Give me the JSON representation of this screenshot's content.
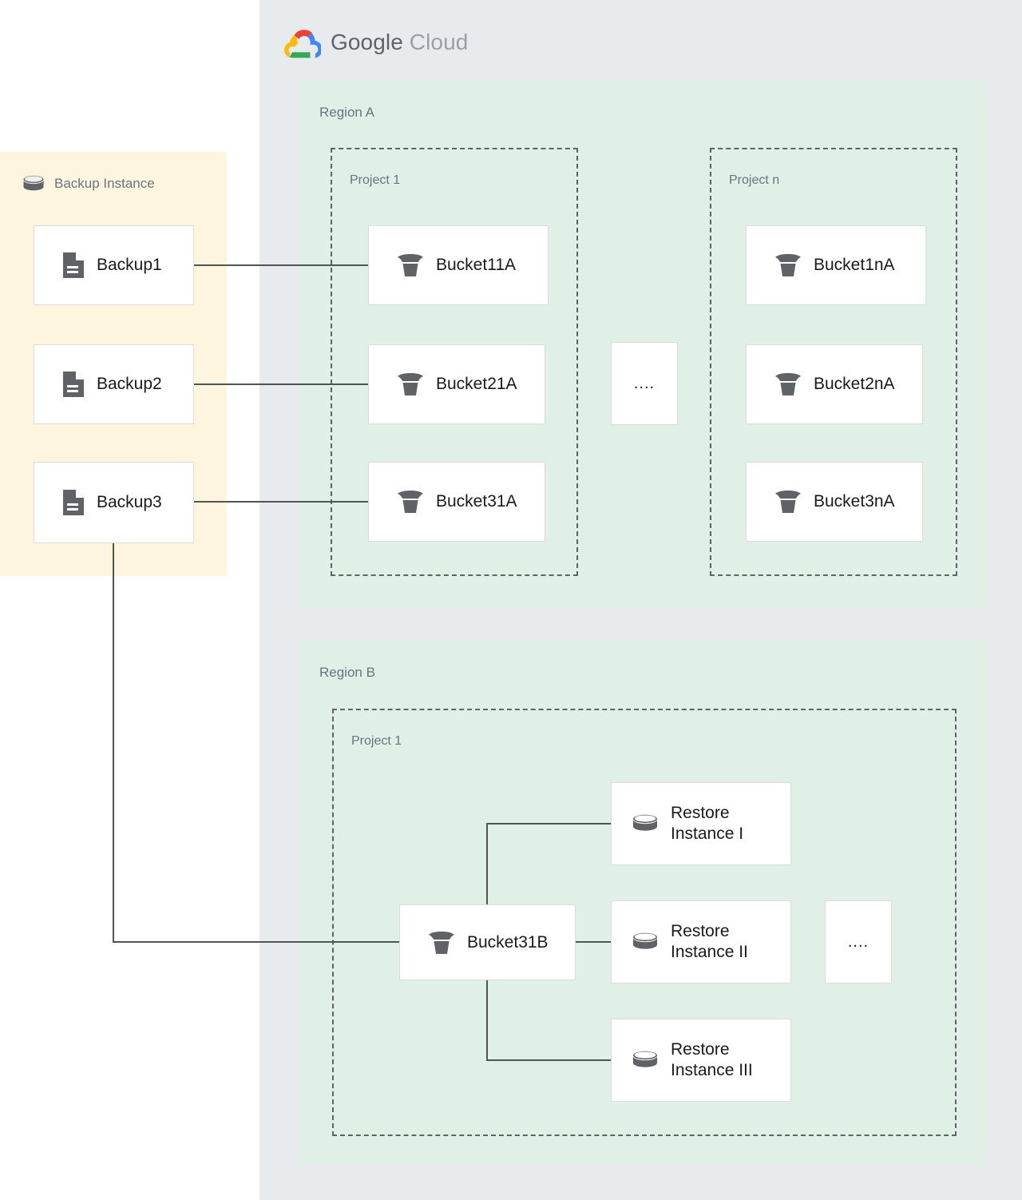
{
  "brand": {
    "name_bold": "Google",
    "name_light": "Cloud",
    "logo_icon": "google-cloud-logo-icon",
    "logo_colors": {
      "red": "#ea4335",
      "blue": "#4285f4",
      "yellow": "#fbbc05",
      "green": "#34a853"
    }
  },
  "palette": {
    "page_background": "#ffffff",
    "cloud_panel": "#e8ebed",
    "region_fill": "#e1f0e7",
    "backup_panel_fill": "#fdf5de",
    "node_fill": "#ffffff",
    "node_border": "#dcdcdc",
    "project_border": "#5f6368",
    "connector": "#4f5552",
    "icon_gray": "#5f6368",
    "label_gray": "#6b7280",
    "text_dark": "#1a1a1a"
  },
  "backup_panel": {
    "title": "Backup Instance",
    "icon": "database-cylinder-icon",
    "nodes": [
      {
        "label": "Backup1",
        "icon": "document-icon"
      },
      {
        "label": "Backup2",
        "icon": "document-icon"
      },
      {
        "label": "Backup3",
        "icon": "document-icon"
      }
    ]
  },
  "regions": [
    {
      "label": "Region A",
      "projects": [
        {
          "label": "Project 1",
          "nodes": [
            {
              "label": "Bucket11A",
              "icon": "bucket-icon"
            },
            {
              "label": "Bucket21A",
              "icon": "bucket-icon"
            },
            {
              "label": "Bucket31A",
              "icon": "bucket-icon"
            }
          ]
        },
        {
          "label": "Project n",
          "nodes": [
            {
              "label": "Bucket1nA",
              "icon": "bucket-icon"
            },
            {
              "label": "Bucket2nA",
              "icon": "bucket-icon"
            },
            {
              "label": "Bucket3nA",
              "icon": "bucket-icon"
            }
          ]
        }
      ],
      "ellipsis": "...."
    },
    {
      "label": "Region B",
      "projects": [
        {
          "label": "Project 1",
          "nodes": [
            {
              "label": "Bucket31B",
              "icon": "bucket-icon"
            },
            {
              "label": "Restore\nInstance I",
              "icon": "database-cylinder-icon"
            },
            {
              "label": "Restore\nInstance II",
              "icon": "database-cylinder-icon"
            },
            {
              "label": "Restore\nInstance III",
              "icon": "database-cylinder-icon"
            }
          ]
        }
      ],
      "ellipsis": "...."
    }
  ],
  "connections": [
    {
      "from": "Backup1",
      "to": "Bucket11A"
    },
    {
      "from": "Backup2",
      "to": "Bucket21A"
    },
    {
      "from": "Backup3",
      "to": "Bucket31A"
    },
    {
      "from": "Backup3",
      "to": "Bucket31B"
    },
    {
      "from": "Bucket31B",
      "to": "Restore Instance I"
    },
    {
      "from": "Bucket31B",
      "to": "Restore Instance II"
    },
    {
      "from": "Bucket31B",
      "to": "Restore Instance III"
    }
  ]
}
